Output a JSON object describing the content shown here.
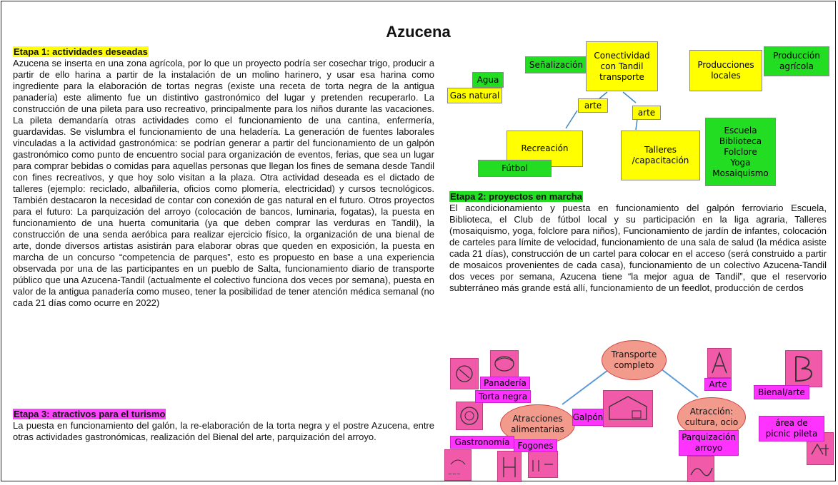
{
  "title": "Azucena",
  "etapa1": {
    "heading": "Etapa 1: actividades deseadas",
    "text": "Azucena se inserta en una zona agrícola, por lo que un proyecto podría ser cosechar trigo, producir a partir de ello harina a partir de la instalación de un molino harinero, y usar esa harina como ingrediente para la elaboración de tortas negras (existe una receta de torta negra de la antigua panadería) este alimento fue un distintivo gastronómico del lugar y pretenden recuperarlo. La construcción de una pileta para uso recreativo, principalmente para los niños durante las vacaciones. La pileta demandaría otras actividades como el funcionamiento de una cantina, enfermería, guardavidas. Se vislumbra el funcionamiento de una heladería. La generación de fuentes laborales vinculadas a la actividad gastronómica: se podrían generar a partir del funcionamiento de un galpón gastronómico como punto de encuentro social para organización de eventos, ferias, que sea un lugar para comprar bebidas o comidas para aquellas personas que llegan los fines de semana desde Tandil con fines recreativos, y que hoy solo visitan a la plaza. Otra actividad deseada es el dictado de talleres (ejemplo: reciclado, albañilería, oficios como plomería, electricidad) y cursos tecnológicos. También destacaron la necesidad de contar con conexión de gas natural en el futuro. Otros proyectos para el futuro: La parquización del arroyo (colocación de bancos, luminaria, fogatas), la puesta en funcionamiento de una huerta comunitaria (ya que deben comprar las verduras en Tandil), la construcción de una senda aeróbica para realizar ejercicio físico, la organización de una bienal de arte, donde diversos artistas asistirán para elaborar obras que queden en exposición, la puesta en marcha de un concurso “competencia de parques”, esto es propuesto en base a una experiencia observada por una de las participantes en un pueblo de Salta, funcionamiento diario de transporte público que una Azucena-Tandil (actualmente el colectivo funciona dos veces por semana), puesta en valor de la antigua panadería como museo, tener la posibilidad de tener atención médica semanal (no cada 21 días como ocurre en 2022)"
  },
  "etapa2": {
    "heading": "Etapa 2: proyectos en marcha",
    "text": "El acondicionamiento y puesta en funcionamiento del galpón ferroviario Escuela, Biblioteca, el Club de fútbol local y su participación en la liga agraria, Talleres (mosaiquismo, yoga, folclore para niños), Funcionamiento de jardín de infantes, colocación de carteles para límite de velocidad, funcionamiento de una sala de salud (la médica asiste cada 21 días), construcción de un cartel para colocar en el acceso (será construido a partir de mosaicos provenientes de cada casa), funcionamiento de un colectivo Azucena-Tandil dos veces por semana, Azucena tiene “la mejor agua de Tandil”, que el reservorio subterráneo más grande está allí, funcionamiento de un feedlot, producción de cerdos"
  },
  "etapa3": {
    "heading": "Etapa 3: atractivos para el turismo",
    "text": "La puesta en funcionamiento del galón, la re-elaboración de la torta negra y el postre Azucena, entre otras actividades gastronómicas, realización del Bienal del arte, parquización del arroyo."
  },
  "diagram1": {
    "agua": "Agua",
    "gas_natural": "Gas natural",
    "senalizacion": "Señalización",
    "conectividad": "Conectividad con Tandil transporte",
    "producciones_locales": "Producciones locales",
    "produccion_agricola": "Producción agrícola",
    "arte_left": "arte",
    "arte_right": "arte",
    "recreacion": "Recreación",
    "futbol": "Fútbol",
    "talleres": "Talleres /capacitación",
    "talleres_list": [
      "Escuela",
      "Biblioteca",
      "Folclore",
      "Yoga",
      "Mosaiquismo"
    ]
  },
  "diagram2": {
    "transporte": "Transporte completo",
    "atracciones": "Atracciones alimentarias",
    "atraccion_cultura": "Atracción: cultura, ocio",
    "panaderia": "Panadería",
    "torta_negra": "Torta negra",
    "galpon": "Galpón",
    "gastronomia": "Gastronomía",
    "fogones": "Fogones",
    "arte": "Arte",
    "bienal": "Bienal/arte",
    "picnic": "área de picnic pileta",
    "parquizacion": "Parquización arroyo"
  },
  "colors": {
    "yellow": "#ffff00",
    "green": "#22dd22",
    "magenta": "#ff33ff",
    "salmon": "#f29a8c"
  }
}
